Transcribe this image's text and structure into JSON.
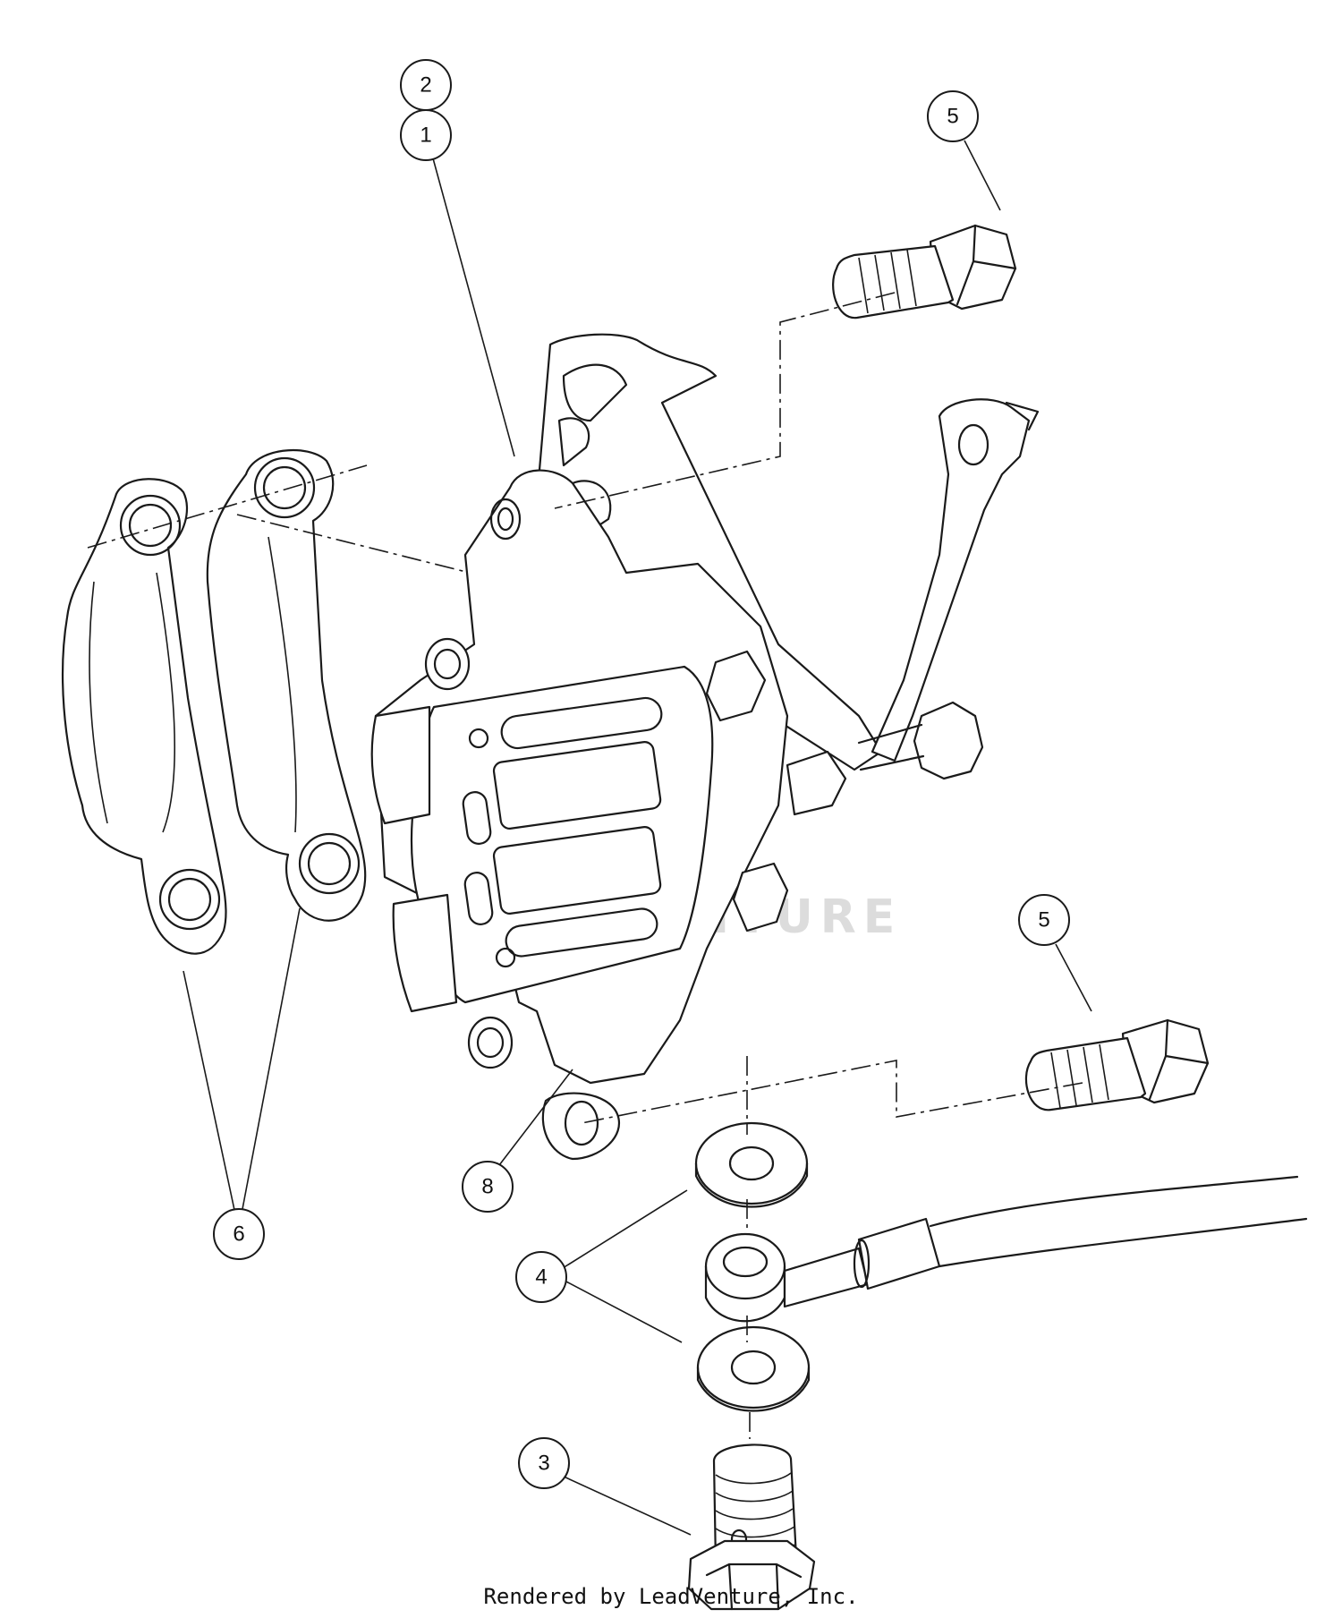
{
  "callouts": [
    {
      "id": "c2",
      "label": "2"
    },
    {
      "id": "c1",
      "label": "1"
    },
    {
      "id": "c5a",
      "label": "5"
    },
    {
      "id": "c5b",
      "label": "5"
    },
    {
      "id": "c6",
      "label": "6"
    },
    {
      "id": "c8",
      "label": "8"
    },
    {
      "id": "c4",
      "label": "4"
    },
    {
      "id": "c3",
      "label": "3"
    }
  ],
  "watermark": "LEADVENTURE",
  "footer": "Rendered by LeadVenture, Inc."
}
